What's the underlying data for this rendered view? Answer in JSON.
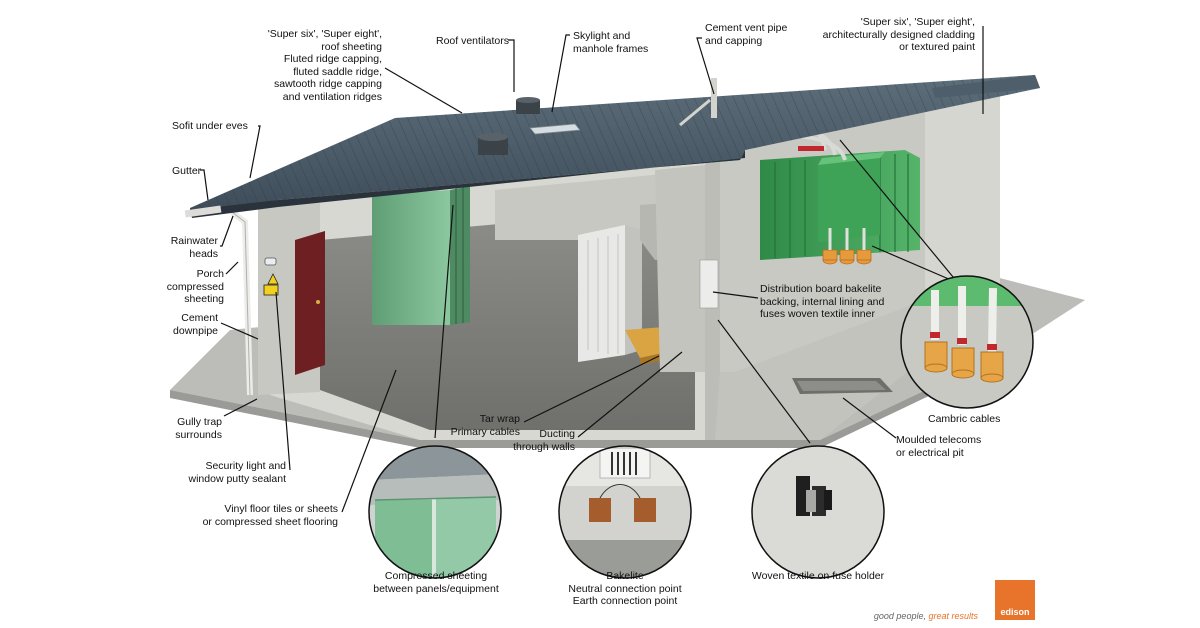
{
  "labels": {
    "super_six_roof": [
      "'Super six', 'Super eight',",
      "roof sheeting",
      "Fluted ridge capping,",
      "fluted saddle ridge,",
      "sawtooth ridge capping",
      "and ventilation ridges"
    ],
    "roof_ventilators": "Roof ventilators",
    "skylight": [
      "Skylight and",
      "manhole frames"
    ],
    "cement_vent": [
      "Cement vent pipe",
      "and capping"
    ],
    "super_six_cladding": [
      "'Super six', 'Super eight',",
      "architecturally designed cladding",
      "or textured paint"
    ],
    "soffit": "Sofit under eves",
    "gutter": "Gutter",
    "rainwater": [
      "Rainwater",
      "heads"
    ],
    "porch": [
      "Porch",
      "compressed",
      "sheeting"
    ],
    "downpipe": [
      "Cement",
      "downpipe"
    ],
    "gully": [
      "Gully trap",
      "surrounds"
    ],
    "security": [
      "Security light and",
      "window putty sealant"
    ],
    "vinyl": [
      "Vinyl floor tiles or sheets",
      "or compressed sheet flooring"
    ],
    "tar_wrap": [
      "Tar wrap",
      "Primary cables"
    ],
    "ducting": [
      "Ducting",
      "through walls"
    ],
    "distribution": [
      "Distribution board bakelite",
      "backing, internal lining and",
      "fuses woven textile inner"
    ],
    "cambric": "Cambric cables",
    "moulded": [
      "Moulded telecoms",
      "or electrical pit"
    ],
    "compressed_sheeting": [
      "Compressed sheeting",
      "between panels/equipment"
    ],
    "bakelite": [
      "Bakelite",
      "Neutral connection point",
      "Earth connection point"
    ],
    "woven": "Woven textile on fuse holder"
  },
  "footer": {
    "tagline_start": "good people, ",
    "tagline_highlight": "great results",
    "logo": "edison",
    "accent": "#e8732a"
  }
}
